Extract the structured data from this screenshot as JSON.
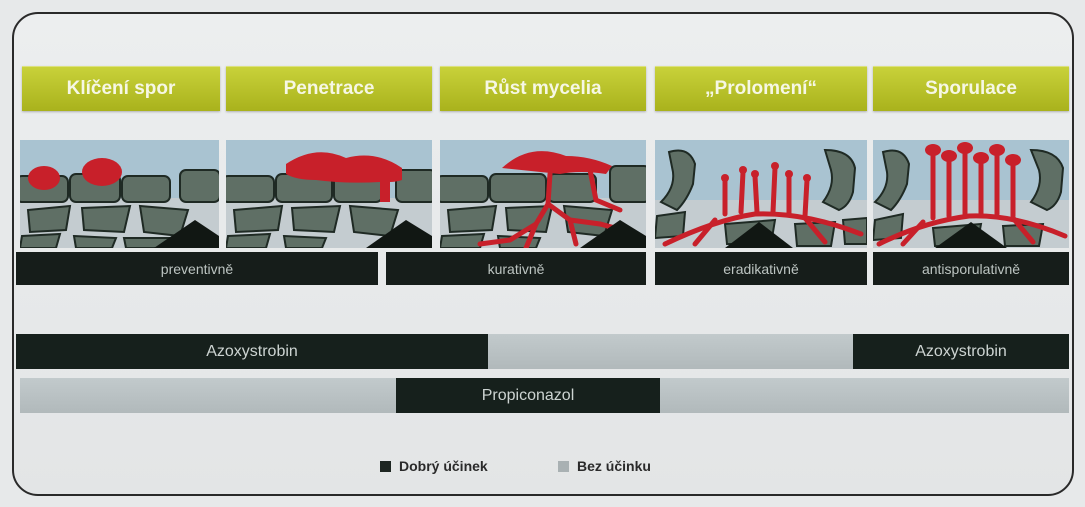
{
  "stages": [
    "Klíčení spor",
    "Penetrace",
    "Růst mycelia",
    "„Prolomení“",
    "Sporulace"
  ],
  "modes": [
    "preventivně",
    "kurativně",
    "eradikativně",
    "antisporulativně"
  ],
  "rows": {
    "azoxystrobin": {
      "label_left": "Azoxystrobin",
      "label_right": "Azoxystrobin"
    },
    "propiconazol": {
      "label": "Propiconazol"
    }
  },
  "legend": {
    "good_label": "Dobrý účinek",
    "none_label": "Bez účinku"
  },
  "colors": {
    "stage_green": "#b8c22c",
    "fungus_red": "#c8202a",
    "cell_green": "#5e6e64",
    "dark_bar": "#16201c",
    "light_bar": "#b9c1c3"
  }
}
